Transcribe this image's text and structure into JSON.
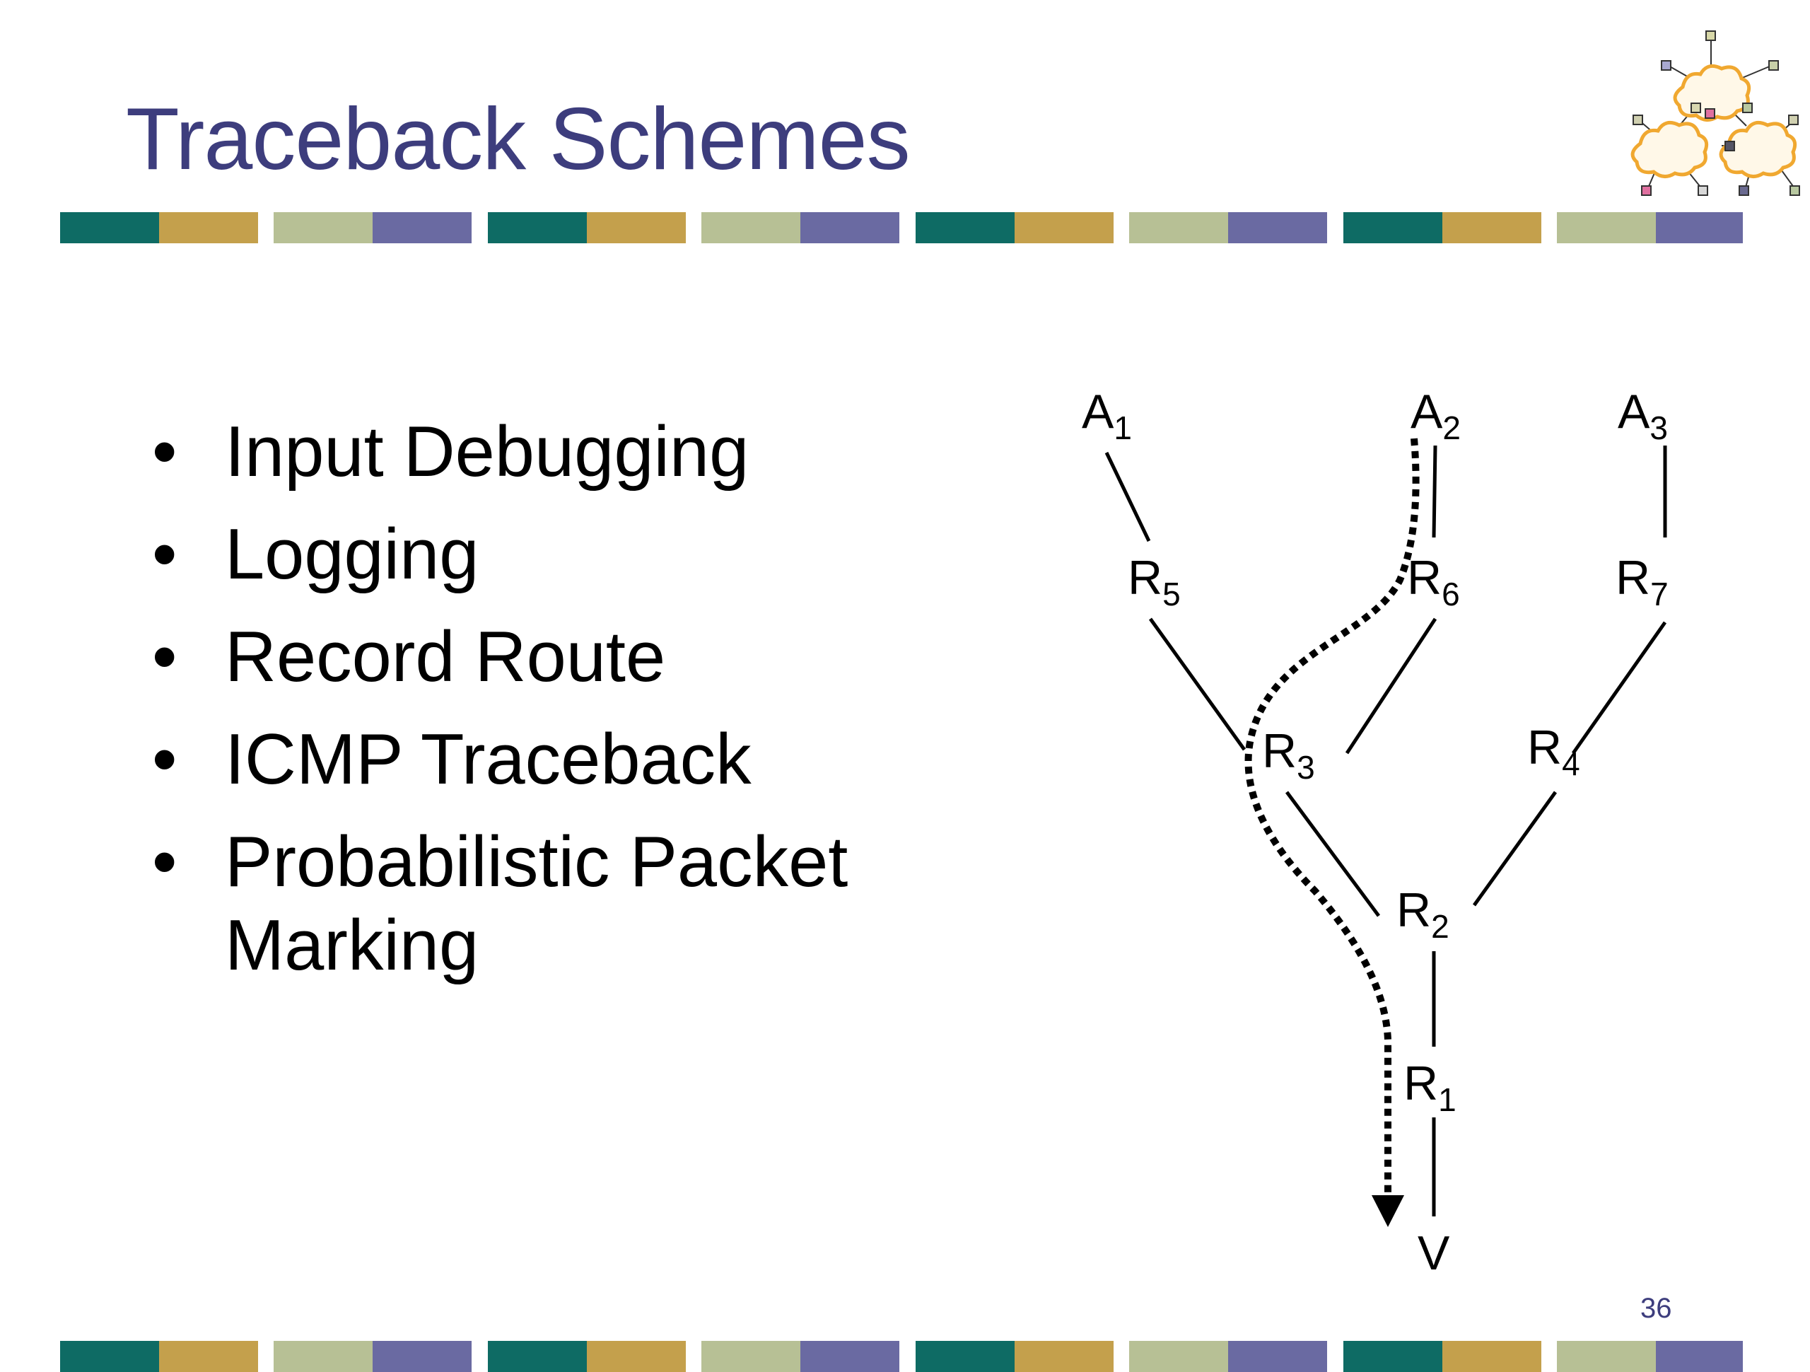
{
  "slide": {
    "title": "Traceback Schemes",
    "page_number": "36"
  },
  "bullets": [
    {
      "bullet": "•",
      "text": "Input Debugging"
    },
    {
      "bullet": "•",
      "text": "Logging"
    },
    {
      "bullet": "•",
      "text": "Record Route"
    },
    {
      "bullet": "•",
      "text": "ICMP Traceback"
    },
    {
      "bullet": "•",
      "text": "Probabilistic Packet Marking"
    }
  ],
  "diagram": {
    "nodes": {
      "A1": {
        "base": "A",
        "sub": "1"
      },
      "A2": {
        "base": "A",
        "sub": "2"
      },
      "A3": {
        "base": "A",
        "sub": "3"
      },
      "R5": {
        "base": "R",
        "sub": "5"
      },
      "R6": {
        "base": "R",
        "sub": "6"
      },
      "R7": {
        "base": "R",
        "sub": "7"
      },
      "R3": {
        "base": "R",
        "sub": "3"
      },
      "R4": {
        "base": "R",
        "sub": "4"
      },
      "R2": {
        "base": "R",
        "sub": "2"
      },
      "R1": {
        "base": "R",
        "sub": "1"
      },
      "V": {
        "base": "V",
        "sub": ""
      }
    }
  },
  "colors": {
    "title": "#3d3d7d",
    "stripe": [
      "#0e6b64",
      "#c4a04c",
      "#b7c095",
      "#6a6aa2"
    ],
    "cloud": "#f0a830"
  }
}
